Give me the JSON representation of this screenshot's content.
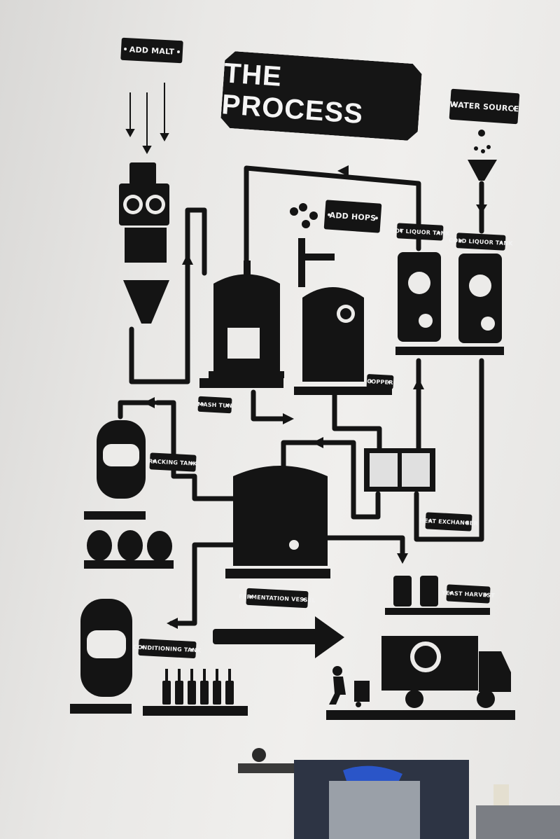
{
  "title": "THE PROCESS",
  "labels": {
    "add_malt": "ADD MALT",
    "water_source": "WATER SOURCE",
    "add_hops": "ADD HOPS",
    "hot_liquor_tank": "HOT LIQUOR TANK",
    "cold_liquor_tank": "COLD LIQUOR TANK",
    "copper": "COPPER",
    "mash_tun": "MASH TUN",
    "racking_tank": "RACKING TANK",
    "heat_exchanger": "HEAT EXCHANGER",
    "fermentation_vessel": "FERMENTATION VESSEL",
    "yeast_harvest": "YEAST HARVEST",
    "conditioning_tank": "CONDITIONING TANK"
  },
  "colors": {
    "ink": "#141414",
    "wall": "#ecebe9"
  }
}
